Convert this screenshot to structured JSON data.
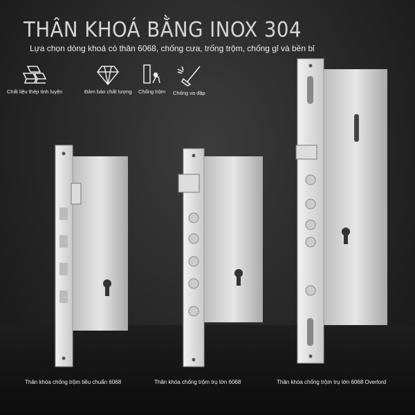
{
  "header": {
    "title": "THÂN KHOÁ BẰNG INOX 304",
    "subtitle": "Lựa chọn dòng khoá có thân 6068, chống cưa, trống trộm, chống gỉ và bền bỉ"
  },
  "features": [
    {
      "icon": "gold-bars-icon",
      "label": "Chất liệu thép tinh luyện"
    },
    {
      "icon": "diamond-icon",
      "label": "Đảm bảo chất lượng"
    },
    {
      "icon": "thief-door-icon",
      "label": "Chống trộm"
    },
    {
      "icon": "hammer-impact-icon",
      "label": "Chống va đập"
    }
  ],
  "products": [
    {
      "caption": "Thân khóa chống trộm tiêu chuẩn 6068"
    },
    {
      "caption": "Thân khóa chống trộm trụ lớn 6068"
    },
    {
      "caption": "Thân khóa chống trộm trụ lớn 6068 Overlord"
    }
  ]
}
